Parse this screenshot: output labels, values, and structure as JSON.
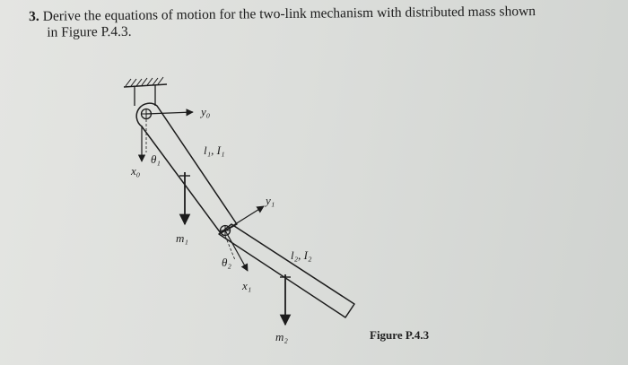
{
  "question": {
    "number": "3.",
    "line1": "Derive the equations of motion for the two-link mechanism with distributed mass shown",
    "line2": "in Figure P.4.3."
  },
  "figure": {
    "caption": "Figure P.4.3",
    "labels": {
      "y0": "y₀",
      "x0": "x₀",
      "theta1": "θ₁",
      "l1I1": "l₁, I₁",
      "y1": "y₁",
      "m1": "m₁",
      "theta2": "θ₂",
      "l2I2": "l₂, I₂",
      "x1": "x₁",
      "m2": "m₂"
    }
  },
  "colors": {
    "paper": "#dfe0dd",
    "ink": "#1c1c1c"
  }
}
